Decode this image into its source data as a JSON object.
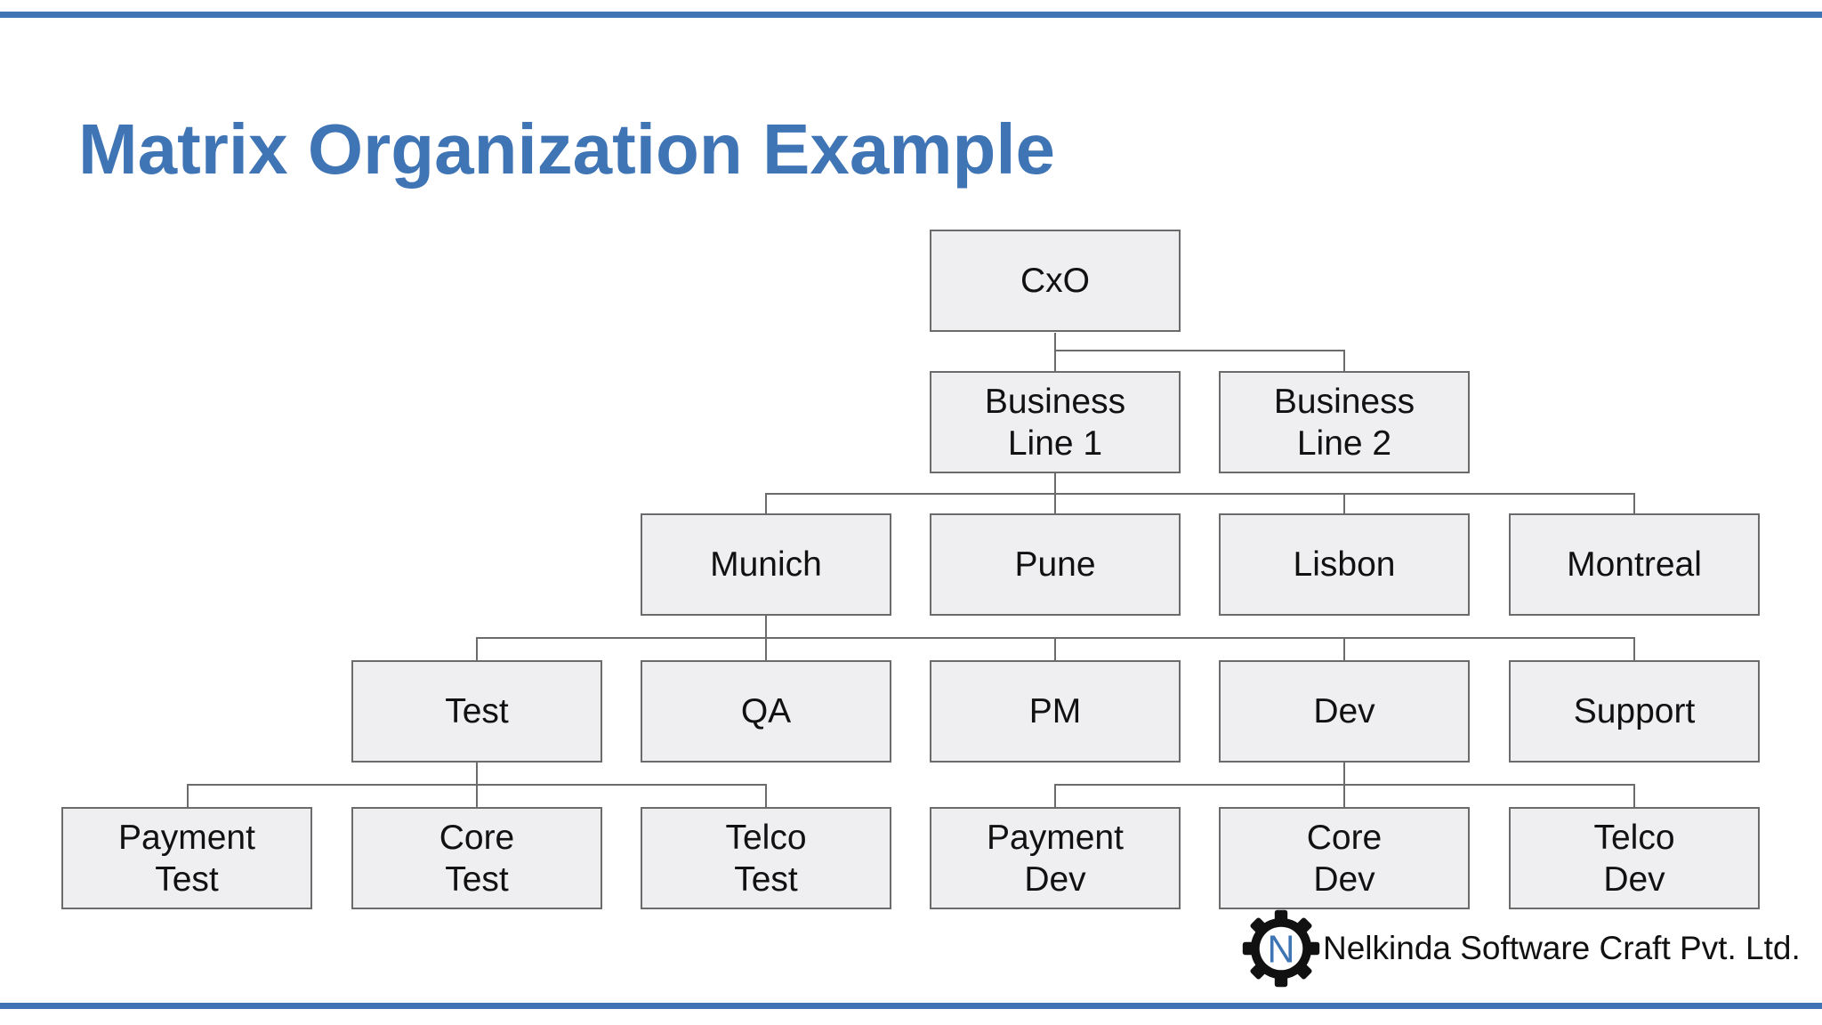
{
  "slide": {
    "title": "Matrix Organization Example"
  },
  "accent_color": "#3f74b5",
  "nodes": {
    "cxo": "CxO",
    "bl1": "Business\nLine 1",
    "bl2": "Business\nLine 2",
    "munich": "Munich",
    "pune": "Pune",
    "lisbon": "Lisbon",
    "montreal": "Montreal",
    "test": "Test",
    "qa": "QA",
    "pm": "PM",
    "dev": "Dev",
    "support": "Support",
    "payment_test": "Payment\nTest",
    "core_test": "Core\nTest",
    "telco_test": "Telco\nTest",
    "payment_dev": "Payment\nDev",
    "core_dev": "Core\nDev",
    "telco_dev": "Telco\nDev"
  },
  "footer": {
    "logo_icon": "gear-n-logo-icon",
    "logo_letter": "N",
    "company": "Nelkinda Software Craft Pvt. Ltd."
  }
}
